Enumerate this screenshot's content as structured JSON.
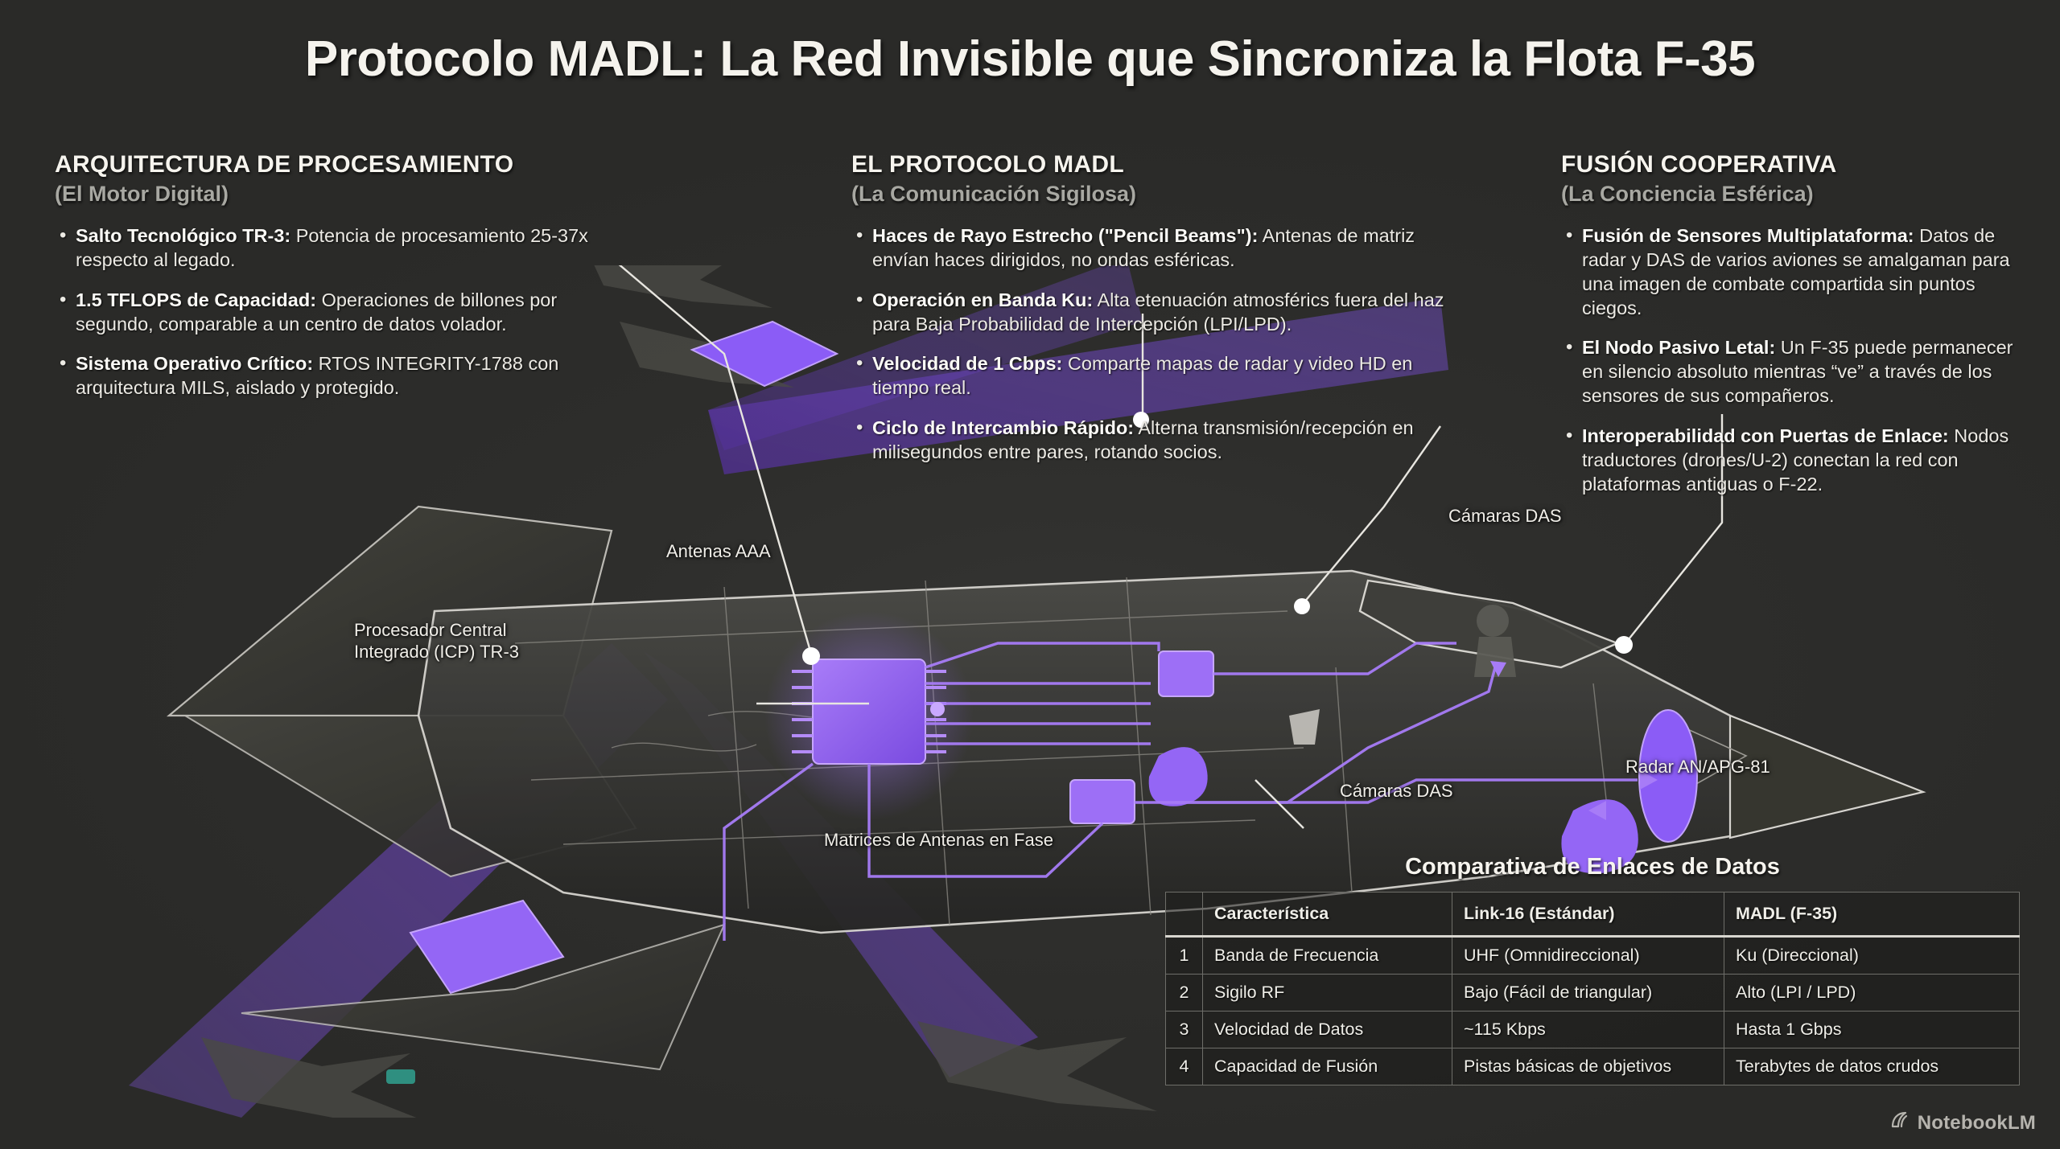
{
  "title": "Protocolo MADL: La Red Invisible que Sincroniza la Flota F-35",
  "columns": [
    {
      "heading": "ARQUITECTURA DE PROCESAMIENTO",
      "subheading": "(El Motor Digital)",
      "bullets": [
        {
          "term": "Salto Tecnológico TR-3:",
          "text": " Potencia de procesamiento 25-37x respecto al legado."
        },
        {
          "term": "1.5 TFLOPS de Capacidad:",
          "text": " Operaciones de billones por segundo, comparable a un centro de datos volador."
        },
        {
          "term": "Sistema Operativo Crítico:",
          "text": " RTOS INTEGRITY-1788 con arquitectura MILS, aislado y protegido."
        }
      ]
    },
    {
      "heading": "EL PROTOCOLO MADL",
      "subheading": "(La Comunicación Sigilosa)",
      "bullets": [
        {
          "term": "Haces de Rayo Estrecho (\"Pencil Beams\"):",
          "text": " Antenas de matriz envían haces dirigidos, no ondas esféricas."
        },
        {
          "term": "Operación en Banda Ku:",
          "text": " Alta etenuación atmosférics fuera del haz para Baja Probabilidad de Intercepción (LPI/LPD)."
        },
        {
          "term": "Velocidad de 1 Cbps:",
          "text": " Comparte mapas de radar y video HD en tiempo real."
        },
        {
          "term": "Ciclo de Intercambio Rápido:",
          "text": " Alterna transmisión/recepción en milisegundos entre pares, rotando socios."
        }
      ]
    },
    {
      "heading": "FUSIÓN COOPERATIVA",
      "subheading": "(La Conciencia Esférica)",
      "bullets": [
        {
          "term": "Fusión de Sensores Multiplataforma:",
          "text": " Datos de radar y DAS de varios aviones se amalgaman para una imagen de combate compartida sin puntos ciegos."
        },
        {
          "term": "El Nodo Pasivo Letal:",
          "text": " Un F-35 puede permanecer en silencio absoluto mientras “ve” a través de los sensores de sus compañeros."
        },
        {
          "term": "Interoperabilidad con Puertas de Enlace:",
          "text": " Nodos traductores (drones/U-2) conectan la red con plataformas antiguas o F-22."
        }
      ]
    }
  ],
  "diagram": {
    "callouts": [
      {
        "name": "antenas-aaa",
        "text": "Antenas AAA"
      },
      {
        "name": "procesador-central",
        "text": "Procesador Central\nIntegrado (ICP) TR-3"
      },
      {
        "name": "matrices-antenas",
        "text": "Matrices de Antenas en Fase"
      },
      {
        "name": "camaras-das-lower",
        "text": "Cámaras DAS"
      },
      {
        "name": "camaras-das-upper",
        "text": "Cámaras DAS"
      },
      {
        "name": "radar-apg81",
        "text": "Radar AN/APG-81"
      }
    ],
    "accent_color": "#8b5cf6",
    "beam_color": "#7c4ddd"
  },
  "table": {
    "title": "Comparativa de Enlaces de Datos",
    "headers": [
      "",
      "Característica",
      "Link-16 (Estándar)",
      "MADL (F-35)"
    ],
    "rows": [
      {
        "idx": "1",
        "feature": "Banda de Frecuencia",
        "link16": "UHF (Omnidireccional)",
        "madl": "Ku (Direccional)"
      },
      {
        "idx": "2",
        "feature": "Sigilo RF",
        "link16": "Bajo (Fácil de triangular)",
        "madl": "Alto (LPI / LPD)"
      },
      {
        "idx": "3",
        "feature": "Velocidad de Datos",
        "link16": "~115 Kbps",
        "madl": "Hasta 1 Gbps"
      },
      {
        "idx": "4",
        "feature": "Capacidad de Fusión",
        "link16": "Pistas básicas de objetivos",
        "madl": "Terabytes de datos crudos"
      }
    ]
  },
  "brand": {
    "label": "NotebookLM"
  },
  "colors": {
    "background": "#2b2b29",
    "text": "#f2f0ea",
    "muted": "#a8a8a2",
    "accent": "#8b5cf6"
  }
}
